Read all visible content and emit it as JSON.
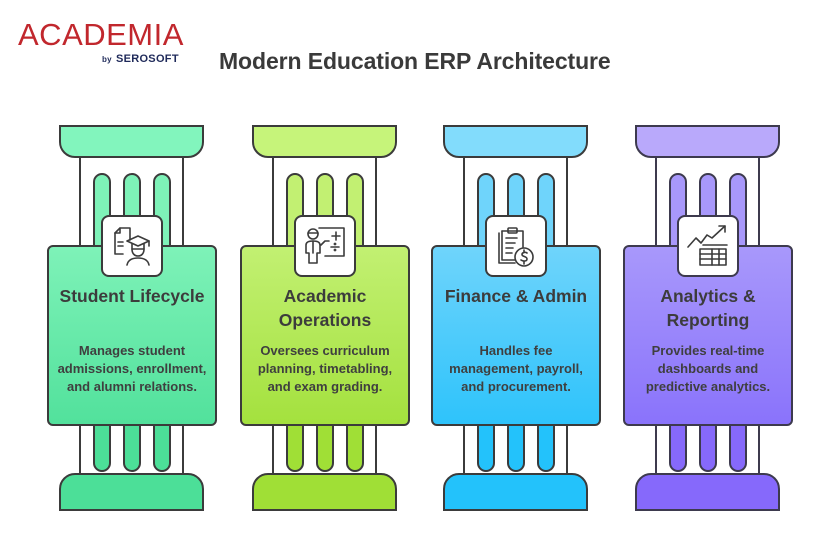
{
  "logo": {
    "brand": "ACADEMIA",
    "by": "by",
    "company": "SEROSOFT",
    "brand_color": "#c1272d",
    "company_color": "#1f2a5a"
  },
  "title": "Modern Education ERP Architecture",
  "pillars": [
    {
      "heading": "Student Lifecycle",
      "description": "Manages student admissions, enrollment, and alumni relations.",
      "icon": "student-graduate-document-icon",
      "color": "#52e19c"
    },
    {
      "heading": "Academic Operations",
      "description": "Oversees curriculum planning, timetabling, and exam grading.",
      "icon": "teacher-whiteboard-icon",
      "color": "#a4e13e"
    },
    {
      "heading": "Finance & Admin",
      "description": "Handles fee management, payroll, and procurement.",
      "icon": "clipboard-dollar-icon",
      "color": "#2ec3fb"
    },
    {
      "heading": "Analytics & Reporting",
      "description": "Provides real-time dashboards and predictive analytics.",
      "icon": "chart-trend-table-icon",
      "color": "#8a73fb"
    }
  ]
}
